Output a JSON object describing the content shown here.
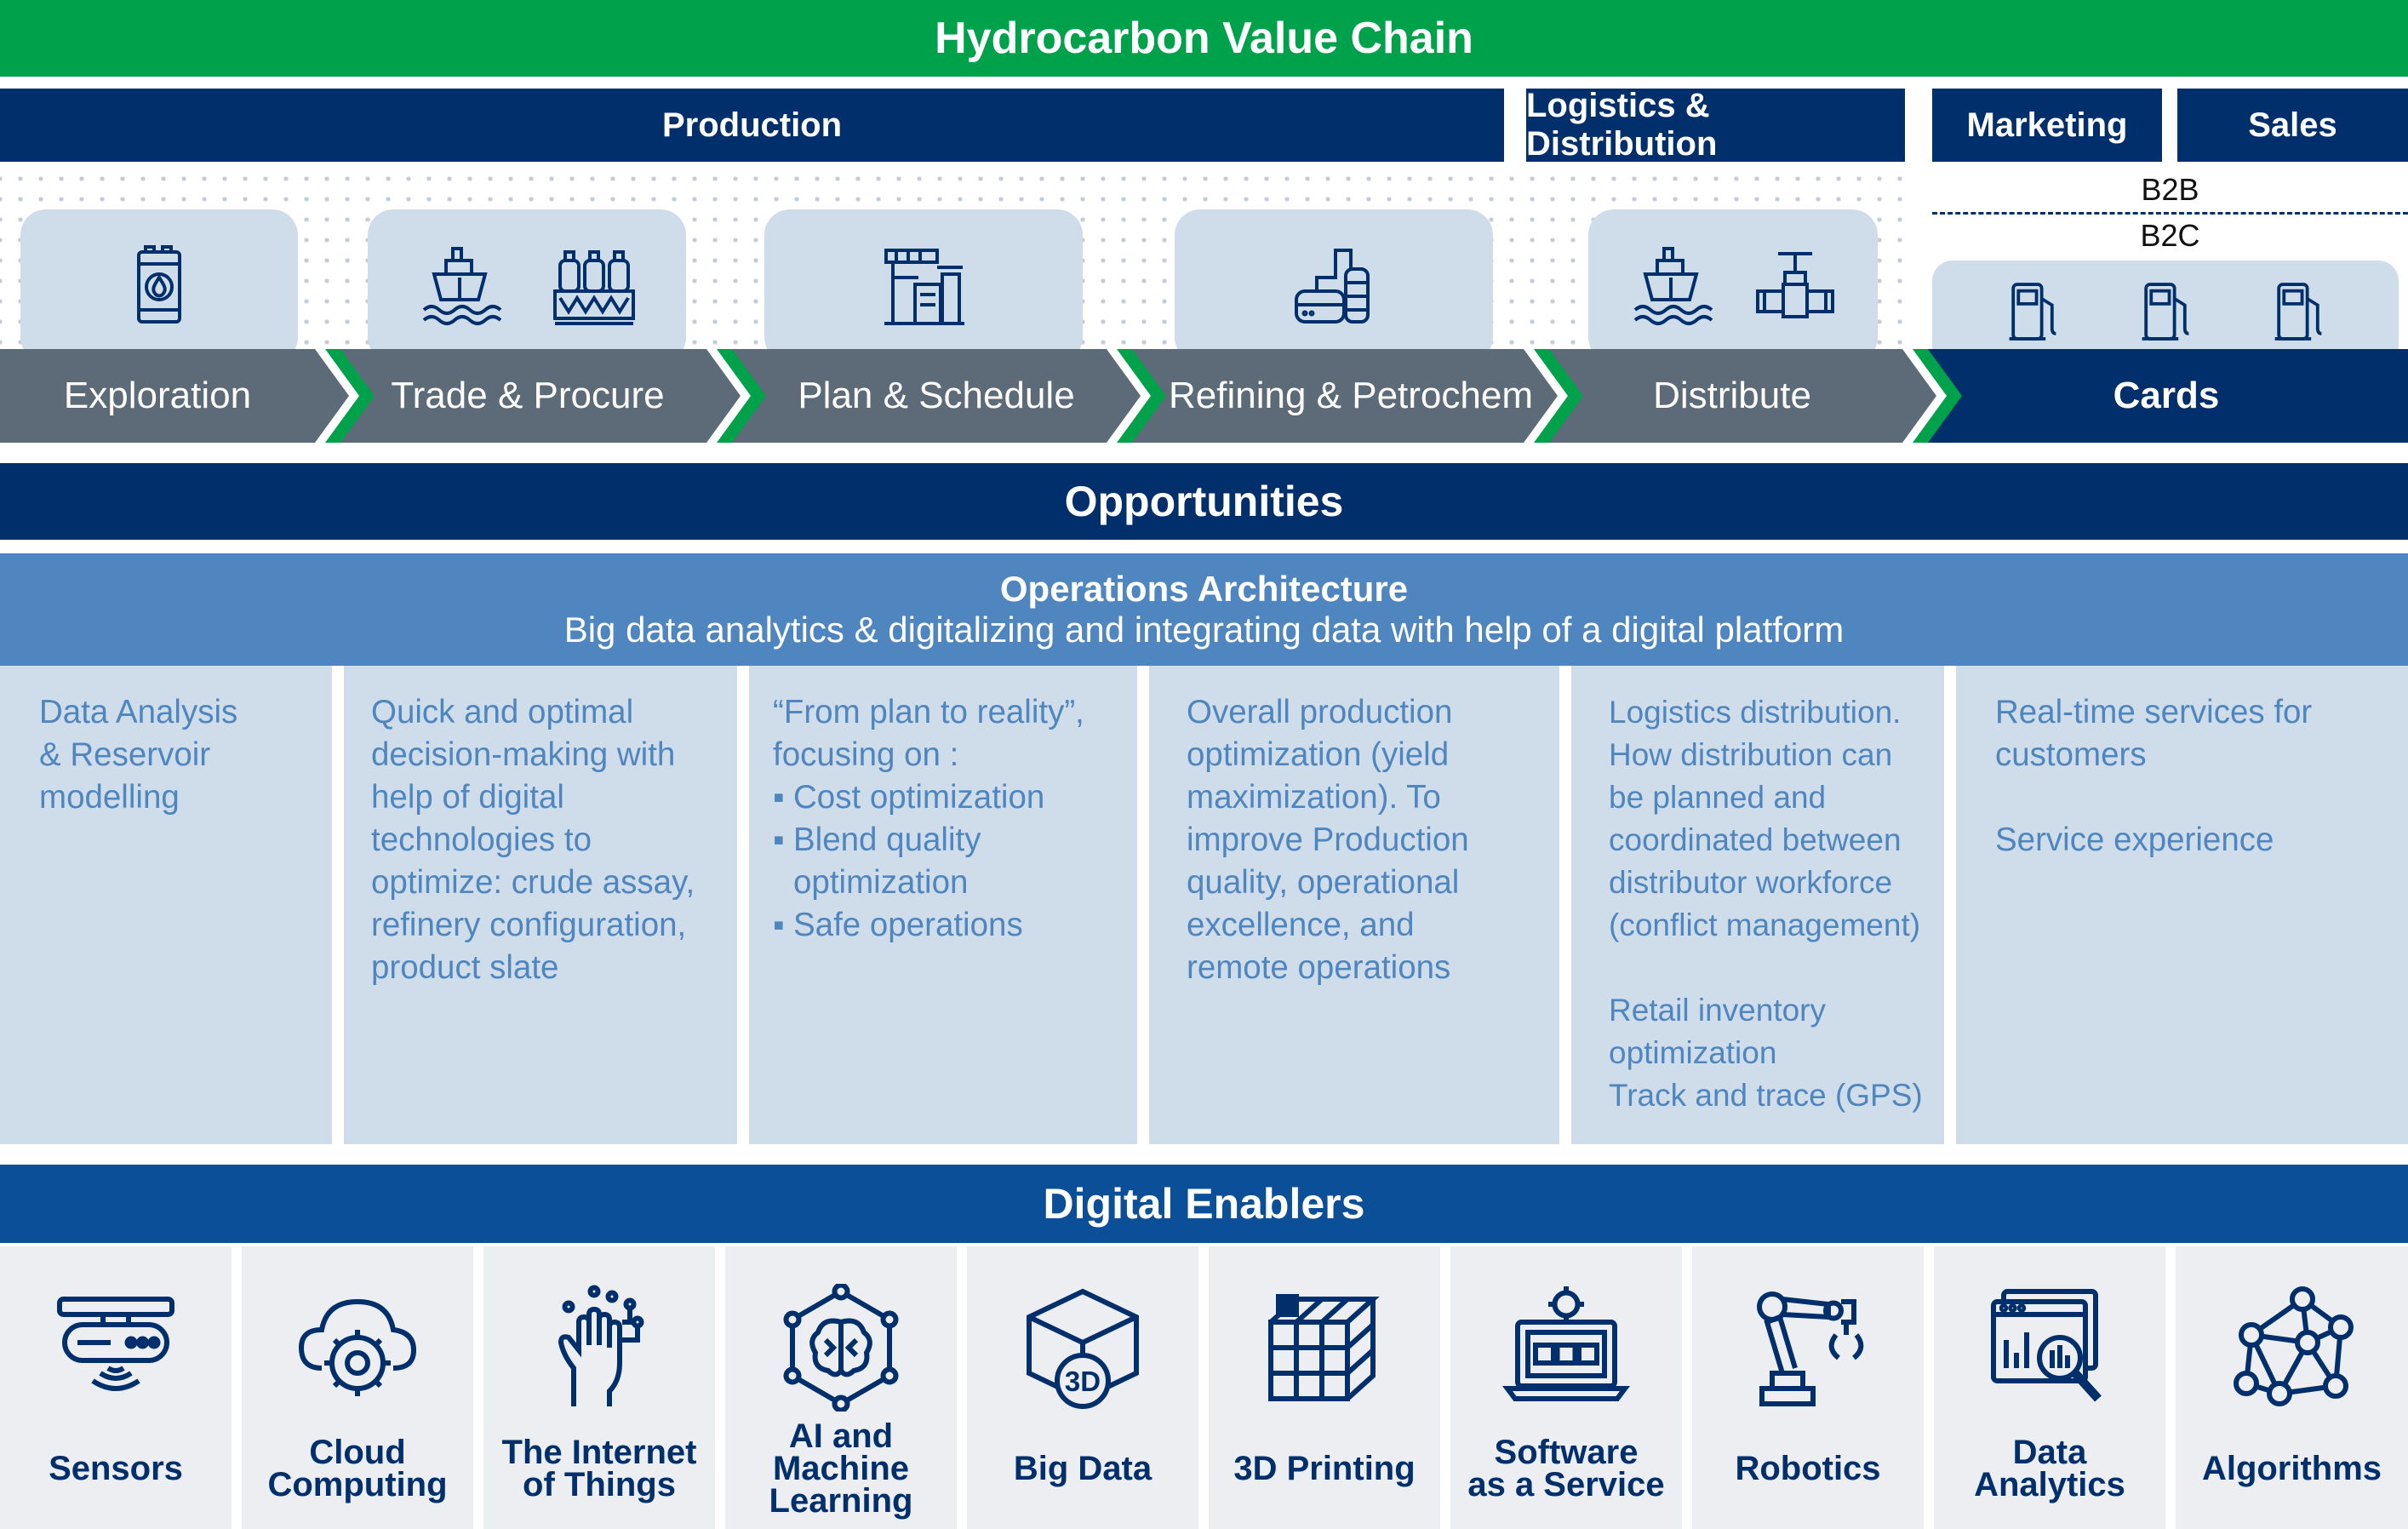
{
  "title": "Hydrocarbon Value Chain",
  "phases": [
    "Production",
    "Logistics & Distribution",
    "Marketing",
    "Sales"
  ],
  "markets": [
    "B2B",
    "B2C"
  ],
  "steps": [
    "Exploration",
    "Trade & Procure",
    "Plan & Schedule",
    "Refining & Petrochem",
    "Distribute",
    "Cards"
  ],
  "icons": {
    "exploration": [
      "oil-barrel-icon"
    ],
    "trade_procure": [
      "ship-icon",
      "storage-tanks-icon"
    ],
    "plan_schedule": [
      "refinery-plant-icon"
    ],
    "refining": [
      "petrochemical-plant-icon"
    ],
    "distribute": [
      "ship-icon",
      "pipeline-valve-icon"
    ],
    "cards": [
      "fuel-pump-icon",
      "fuel-pump-icon",
      "fuel-pump-icon"
    ]
  },
  "colors": {
    "green": "#00a14b",
    "navy": "#002f6c",
    "step_gray": "#5d6b78",
    "light_blue": "#cfdcea",
    "mid_blue": "#4f86bf"
  },
  "opportunities_title": "Opportunities",
  "architecture": {
    "title": "Operations Architecture",
    "subtitle": "Big data analytics & digitalizing and integrating data with help of a digital platform"
  },
  "opportunities": {
    "exploration": [
      "Data Analysis\n& Reservoir\nmodelling"
    ],
    "trade_procure": [
      "Quick and optimal\ndecision-making with\nhelp of digital\ntechnologies to\noptimize: crude assay,\nrefinery configuration,\nproduct slate"
    ],
    "plan_schedule": {
      "intro": "“From plan to reality”,\nfocusing on :",
      "bullets": [
        "Cost optimization",
        "Blend quality\noptimization",
        "Safe operations"
      ]
    },
    "refining": [
      "Overall production\noptimization (yield\nmaximization). To\nimprove Production\nquality, operational\nexcellence, and\nremote operations"
    ],
    "distribute": [
      "Logistics distribution.\nHow distribution can\nbe planned and\ncoordinated between\ndistributor workforce\n(conflict management)",
      "Retail inventory\noptimization\nTrack and trace (GPS)"
    ],
    "cards": [
      "Real-time services for\ncustomers",
      "Service experience"
    ]
  },
  "enablers_title": "Digital Enablers",
  "enablers": [
    {
      "label": "Sensors",
      "icon": "sensor-icon"
    },
    {
      "label": "Cloud\nComputing",
      "icon": "cloud-gear-icon"
    },
    {
      "label": "The Internet\nof Things",
      "icon": "iot-hand-icon"
    },
    {
      "label": "AI and\nMachine\nLearning",
      "icon": "ai-brain-icon"
    },
    {
      "label": "Big Data",
      "icon": "3d-cube-icon"
    },
    {
      "label": "3D Printing",
      "icon": "cubes-grid-icon"
    },
    {
      "label": "Software\nas a Service",
      "icon": "laptop-gear-icon"
    },
    {
      "label": "Robotics",
      "icon": "robot-arm-icon"
    },
    {
      "label": "Data\nAnalytics",
      "icon": "analytics-magnifier-icon"
    },
    {
      "label": "Algorithms",
      "icon": "network-nodes-icon"
    }
  ]
}
